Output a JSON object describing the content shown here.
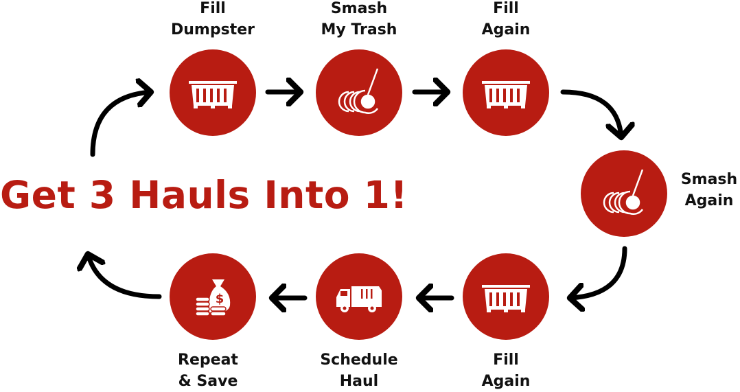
{
  "headline": "Get 3 Hauls Into 1!",
  "colors": {
    "accent": "#b81c12",
    "arrow": "#000000",
    "text": "#111111"
  },
  "steps": [
    {
      "line1": "Fill",
      "line2": "Dumpster",
      "icon": "dumpster-icon"
    },
    {
      "line1": "Smash",
      "line2": "My Trash",
      "icon": "compactor-roller-icon"
    },
    {
      "line1": "Fill",
      "line2": "Again",
      "icon": "dumpster-icon"
    },
    {
      "line1": "Smash",
      "line2": "Again",
      "icon": "compactor-roller-icon"
    },
    {
      "line1": "Fill",
      "line2": "Again",
      "icon": "dumpster-icon"
    },
    {
      "line1": "Schedule",
      "line2": "Haul",
      "icon": "garbage-truck-icon"
    },
    {
      "line1": "Repeat",
      "line2": "& Save",
      "icon": "money-bag-coins-icon"
    }
  ]
}
